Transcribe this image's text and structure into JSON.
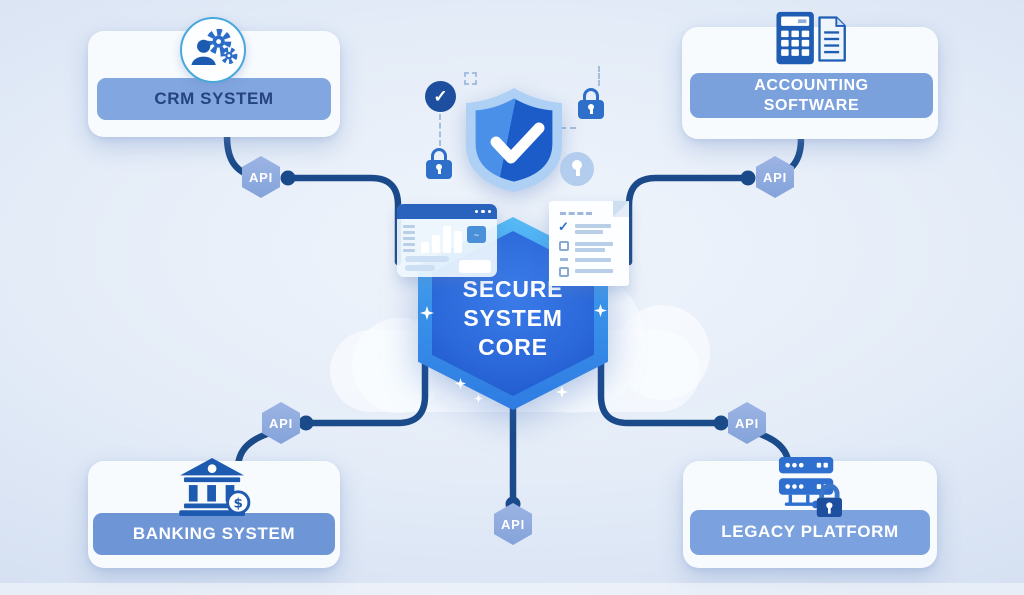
{
  "diagram": {
    "core": {
      "label_lines": [
        "SECURE",
        "SYSTEM",
        "CORE"
      ],
      "shield_icon": "shield-check-icon",
      "side_icons": [
        "check-circle-icon",
        "padlock-icon",
        "padlock-icon",
        "keyhole-circle-icon",
        "analytics-window-icon",
        "checklist-document-icon"
      ]
    },
    "api_label": "API",
    "nodes": {
      "crm": {
        "label": "CRM SYSTEM",
        "icon": "users-gear-icon"
      },
      "accounting": {
        "label": "ACCOUNTING SOFTWARE",
        "icon": "calculator-document-icon"
      },
      "banking": {
        "label": "BANKING SYSTEM",
        "icon": "bank-dollar-icon"
      },
      "legacy": {
        "label": "LEGACY PLATFORM",
        "icon": "server-lock-icon"
      }
    },
    "colors": {
      "connector": "#1a4a8a",
      "api_badge": "#8aa8dc",
      "label_bar_light": "#7ba1dd",
      "label_bar_dark": "#6e96d6",
      "crm_label_text": "#24437f",
      "node_label_text": "#ffffff",
      "core_outer_top": "#57bbf6",
      "core_outer_bottom": "#2e7ce2",
      "core_inner": "#2b68da",
      "shield_left": "#4a90e8",
      "shield_right": "#1b5cc8",
      "background": "#dde7f5"
    }
  }
}
